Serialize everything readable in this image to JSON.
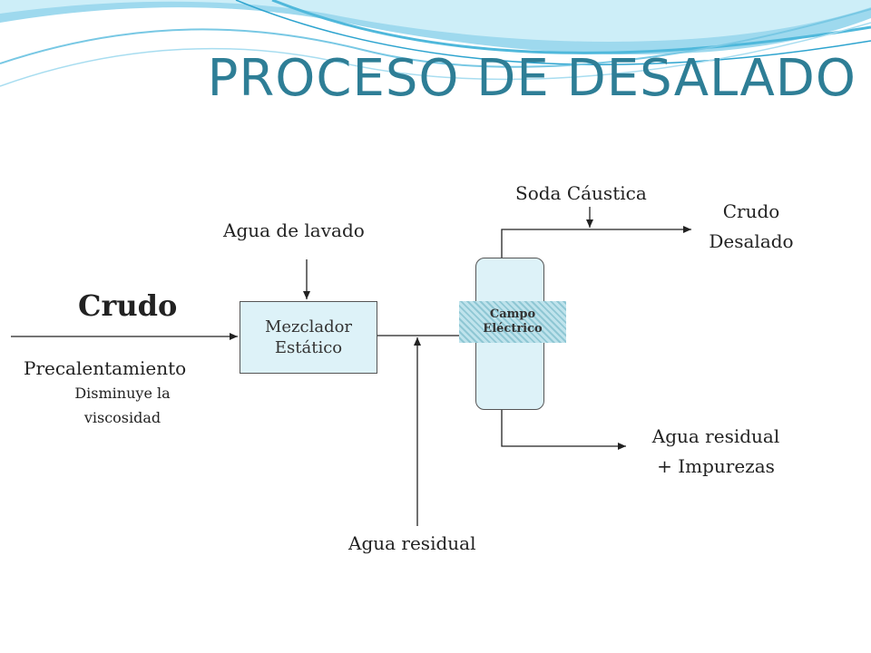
{
  "title": "PROCESO DE DESALADO",
  "labels": {
    "crudo": "Crudo",
    "precalentamiento": "Precalentamiento",
    "disminuye_1": "Disminuye la",
    "disminuye_2": "viscosidad",
    "agua_lavado": "Agua de lavado",
    "mezclador_1": "Mezclador",
    "mezclador_2": "Estático",
    "campo_1": "Campo",
    "campo_2": "Eléctrico",
    "soda": "Soda Cáustica",
    "crudo_desalado_1": "Crudo",
    "crudo_desalado_2": "Desalado",
    "agua_residual_imp_1": "Agua residual",
    "agua_residual_imp_2": "+ Impurezas",
    "agua_residual": "Agua residual"
  },
  "colors": {
    "title": "#2E7E96",
    "box_fill": "#DDF2F8",
    "line": "#222222"
  }
}
